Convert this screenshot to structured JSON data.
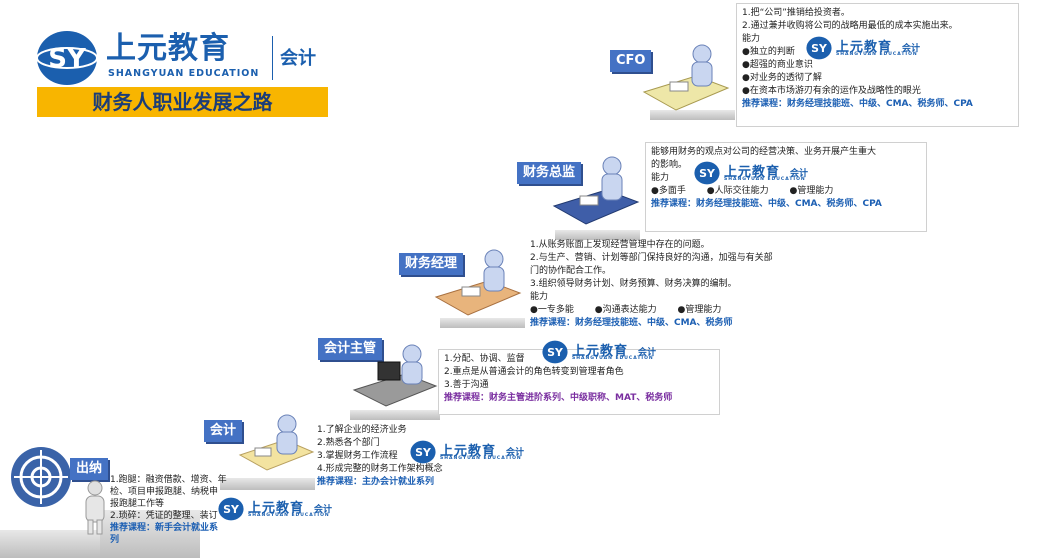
{
  "header": {
    "brand_cn": "上元教育",
    "brand_en": "SHANGYUAN EDUCATION",
    "brand_kj": "会计",
    "title": "财务人职业发展之路"
  },
  "watermark": {
    "brand_cn": "上元教育",
    "brand_en": "SHANGYUAN EDUCATION",
    "brand_kj": "会计"
  },
  "roles": {
    "cfo": {
      "label": "CFO",
      "lines": [
        "1.把“公司”推销给投资者。",
        "2.通过兼并收购将公司的战略用最低的成本实施出来。",
        "能力",
        "●独立的判断",
        "●超强的商业意识",
        "●对业务的透彻了解",
        "●在资本市场游刃有余的运作及战略性的眼光"
      ],
      "rec": "推荐课程：财务经理技能班、中级、CMA、税务师、CPA"
    },
    "director": {
      "label": "财务总监",
      "lines": [
        "能够用财务的观点对公司的经营决策、业务开展产生重大",
        "的影响。",
        "能力"
      ],
      "abilities": [
        "●多面手",
        "●人际交往能力",
        "●管理能力"
      ],
      "rec": "推荐课程：财务经理技能班、中级、CMA、税务师、CPA"
    },
    "manager": {
      "label": "财务经理",
      "lines": [
        "1.从账务账面上发现经营管理中存在的问题。",
        "2.与生产、营销、计划等部门保持良好的沟通，加强与有关部",
        "门的协作配合工作。",
        "3.组织领导财务计划、财务预算、财务决算的编制。",
        "能力"
      ],
      "abilities": [
        "●一专多能",
        "●沟通表达能力",
        "●管理能力"
      ],
      "rec": "推荐课程：财务经理技能班、中级、CMA、税务师"
    },
    "supervisor": {
      "label": "会计主管",
      "lines": [
        "1.分配、协调、监督",
        "2.重点是从普通会计的角色转变到管理者角色",
        "3.善于沟通"
      ],
      "rec": "推荐课程：财务主管进阶系列、中级职称、MAT、税务师"
    },
    "accountant": {
      "label": "会计",
      "lines": [
        "1.了解企业的经济业务",
        "2.熟悉各个部门",
        "3.掌握财务工作流程",
        "4.形成完整的财务工作架构概念"
      ],
      "rec": "推荐课程：主办会计就业系列"
    },
    "cashier": {
      "label": "出纳",
      "lines": [
        "1.跑腿：融资借款、增资、年",
        "检、项目申报跑腿、纳税申",
        "报跑腿工作等",
        "2.琐碎：凭证的整理、装订"
      ],
      "rec": "推荐课程：新手会计就业系",
      "rec2": "列"
    }
  },
  "colors": {
    "brand_blue": "#1b5fae",
    "banner_yellow": "#f8b500",
    "label_blue": "#4472c4",
    "rec_blue": "#1c5fb3",
    "rec_purple": "#7a2fa0"
  }
}
